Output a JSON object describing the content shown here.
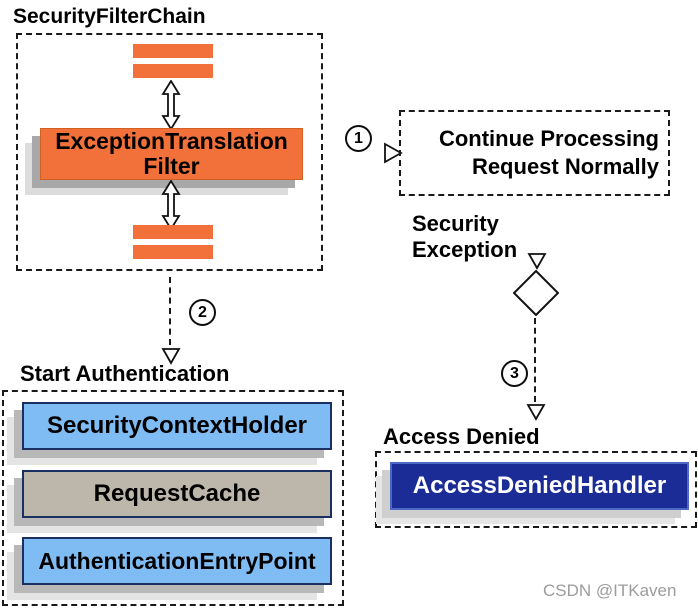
{
  "filter_chain": {
    "title": "SecurityFilterChain",
    "filter_node": {
      "line1": "ExceptionTranslation",
      "line2": "Filter"
    }
  },
  "steps": {
    "one": "1",
    "two": "2",
    "three": "3"
  },
  "continue_box": {
    "line1": "Continue Processing",
    "line2": "Request Normally"
  },
  "security_exception": {
    "line1": "Security",
    "line2": "Exception"
  },
  "start_authentication": {
    "label": "Start Authentication",
    "boxes": [
      {
        "label": "SecurityContextHolder",
        "color": "#80BCF4"
      },
      {
        "label": "RequestCache",
        "color": "#BDB6AA"
      },
      {
        "label": "AuthenticationEntryPoint",
        "color": "#80BCF4"
      }
    ]
  },
  "access_denied": {
    "label": "Access Denied",
    "handler": "AccessDeniedHandler"
  },
  "watermark": "CSDN @ITKaven",
  "colors": {
    "filter_orange": "#F2713B",
    "node_light_blue": "#80BCF4",
    "node_tan": "#BDB6AA",
    "handler_navy": "#1B2C96",
    "handler_border_blue": "#4C68C4",
    "node_border_navy": "#1C2F63",
    "shadow_dark_gray": "#A8A8A8",
    "shadow_light_gray": "#E0E0E0",
    "watermark_gray": "#9C9C9C"
  }
}
